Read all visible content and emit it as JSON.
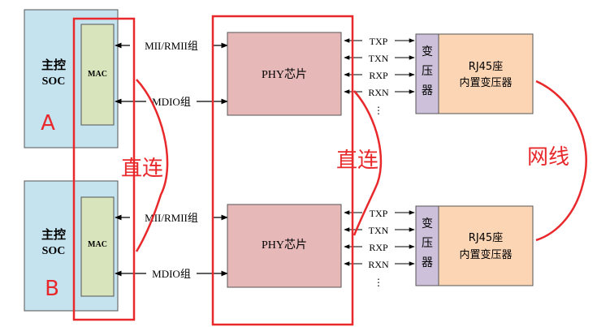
{
  "blocks": {
    "soc_label_line1": "主控",
    "soc_label_line2": "SOC",
    "mac_label": "MAC",
    "phy_label": "PHY芯片",
    "transformer_line1": "变",
    "transformer_line2": "压",
    "transformer_line3": "器",
    "rj45_line1": "RJ45座",
    "rj45_line2": "内置变压器"
  },
  "signals": {
    "mii": "MII/RMII组",
    "mdio": "MDIO组",
    "txp": "TXP",
    "txn": "TXN",
    "rxp": "RXP",
    "rxn": "RXN",
    "ellipsis": "⋮"
  },
  "annotations": {
    "node_a": "A",
    "node_b": "B",
    "direct_link_1": "直连",
    "direct_link_2": "直连",
    "network_cable": "网线"
  },
  "colors": {
    "soc_fill": "#c5e3ef",
    "mac_fill": "#d8e4bc",
    "phy_fill": "#e6b9b8",
    "transformer_fill": "#ccc0da",
    "rj45_fill": "#fcd5b4",
    "annotation_red": "#e8282b"
  }
}
